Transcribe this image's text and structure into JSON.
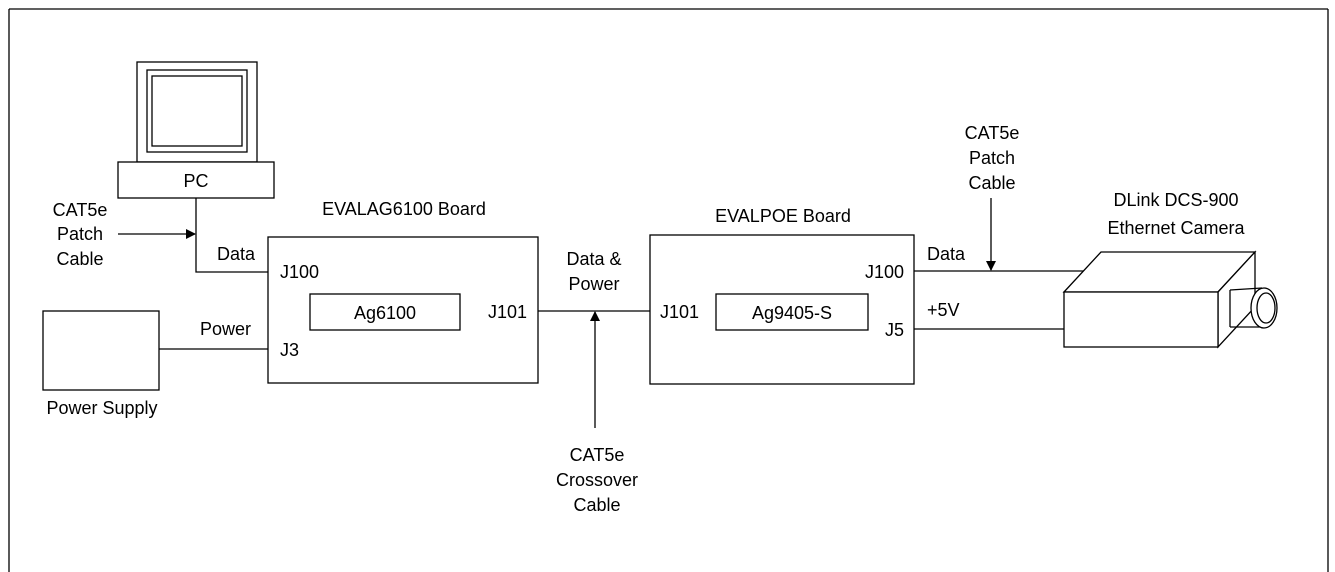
{
  "diagram": {
    "pc_label": "PC",
    "power_supply_label": "Power Supply",
    "cat5e_left": [
      "CAT5e",
      "Patch",
      "Cable"
    ],
    "left_data_label": "Data",
    "left_power_label": "Power",
    "evalag_board": {
      "title": "EVALAG6100 Board",
      "chip": "Ag6100",
      "j100": "J100",
      "j3": "J3",
      "j101": "J101"
    },
    "middle_link_label": [
      "Data &",
      "Power"
    ],
    "crossover_cable": [
      "CAT5e",
      "Crossover",
      "Cable"
    ],
    "evalpoe_board": {
      "title": "EVALPOE Board",
      "chip": "Ag9405-S",
      "j101": "J101",
      "j100": "J100",
      "j5": "J5"
    },
    "right_data_label": "Data",
    "right_power_label": "+5V",
    "cat5e_right": [
      "CAT5e",
      "Patch",
      "Cable"
    ],
    "camera": [
      "DLink DCS-900",
      "Ethernet Camera"
    ]
  }
}
